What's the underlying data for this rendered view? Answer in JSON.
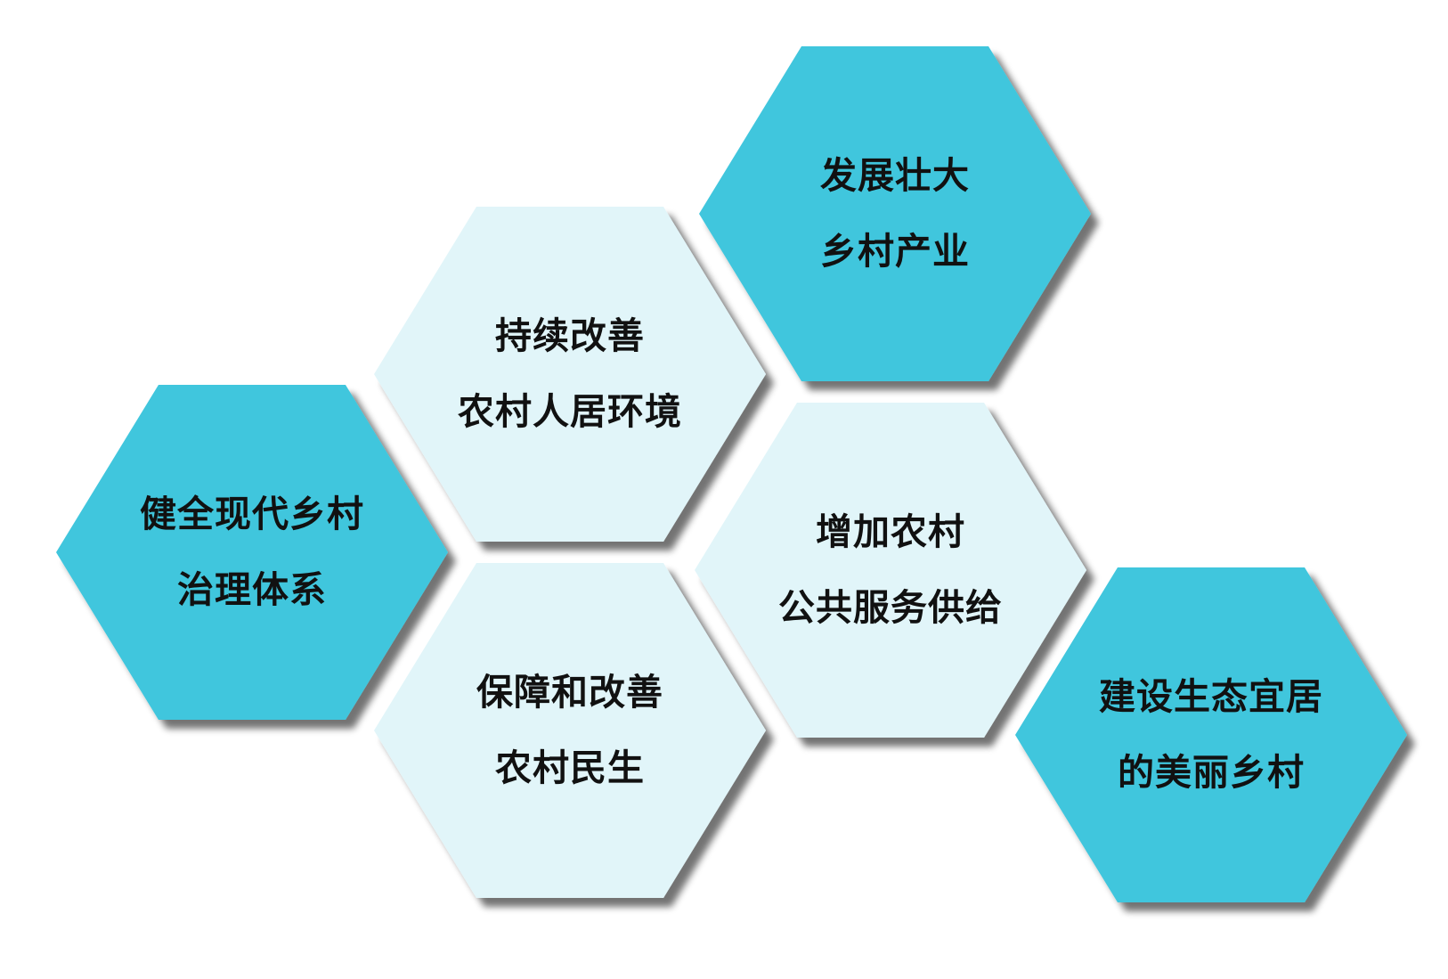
{
  "colors": {
    "dark_fill": "#3fc6dd",
    "light_fill": "#e1f5f9",
    "text": "#111111",
    "shadow": "#000000"
  },
  "hexagons": [
    {
      "id": "industry",
      "tone": "dark",
      "lines": [
        "发展壮大",
        "乡村产业"
      ]
    },
    {
      "id": "environment",
      "tone": "light",
      "lines": [
        "持续改善",
        "农村人居环境"
      ]
    },
    {
      "id": "governance",
      "tone": "dark",
      "lines": [
        "健全现代乡村",
        "治理体系"
      ]
    },
    {
      "id": "public-service",
      "tone": "light",
      "lines": [
        "增加农村",
        "公共服务供给"
      ]
    },
    {
      "id": "livelihood",
      "tone": "light",
      "lines": [
        "保障和改善",
        "农村民生"
      ]
    },
    {
      "id": "beautiful-village",
      "tone": "dark",
      "lines": [
        "建设生态宜居",
        "的美丽乡村"
      ]
    }
  ]
}
